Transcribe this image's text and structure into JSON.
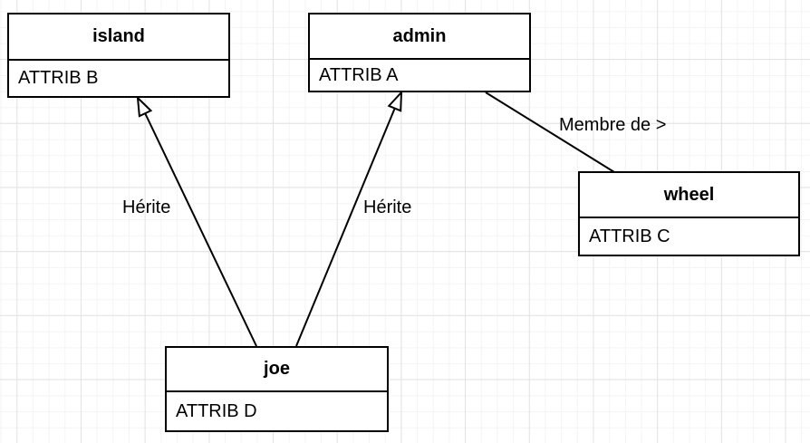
{
  "diagram": {
    "type": "uml-class-diagram",
    "nodes": {
      "island": {
        "title": "island",
        "attributes": [
          "ATTRIB B"
        ]
      },
      "admin": {
        "title": "admin",
        "attributes": [
          "ATTRIB A"
        ]
      },
      "wheel": {
        "title": "wheel",
        "attributes": [
          "ATTRIB C"
        ]
      },
      "joe": {
        "title": "joe",
        "attributes": [
          "ATTRIB D"
        ]
      }
    },
    "edges": [
      {
        "from": "joe",
        "to": "island",
        "type": "inheritance",
        "label": "Hérite"
      },
      {
        "from": "joe",
        "to": "admin",
        "type": "inheritance",
        "label": "Hérite"
      },
      {
        "from": "admin",
        "to": "wheel",
        "type": "association",
        "label": "Membre de >"
      }
    ],
    "colors": {
      "stroke": "#000000",
      "node_fill": "#ffffff",
      "grid_minor": "#f4f4f6",
      "grid_major": "#e3e3e5",
      "canvas_bg": "#ffffff"
    }
  }
}
